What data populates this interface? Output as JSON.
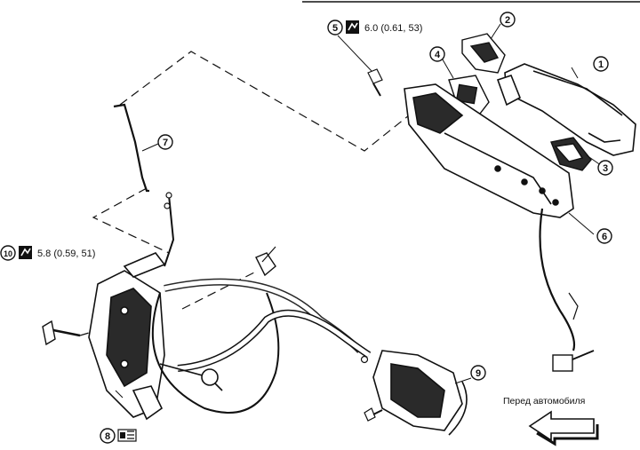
{
  "callouts": [
    {
      "id": "c1",
      "number": "1"
    },
    {
      "id": "c2",
      "number": "2"
    },
    {
      "id": "c3",
      "number": "3"
    },
    {
      "id": "c4",
      "number": "4"
    },
    {
      "id": "c5",
      "number": "5"
    },
    {
      "id": "c6",
      "number": "6"
    },
    {
      "id": "c7",
      "number": "7"
    },
    {
      "id": "c8",
      "number": "8"
    },
    {
      "id": "c9",
      "number": "9"
    },
    {
      "id": "c10",
      "number": "10"
    }
  ],
  "torque_specs": {
    "bolt_5": "6.0 (0.61, 53)",
    "bolt_10": "5.8 (0.59, 51)"
  },
  "direction_label": "Перед автомобиля",
  "icons": {
    "torque": "wrench-torque-icon",
    "grease": "grease-icon",
    "direction": "front-arrow-icon"
  },
  "colors": {
    "ink": "#111111",
    "paper": "#ffffff",
    "shade": "#2a2a2a"
  }
}
